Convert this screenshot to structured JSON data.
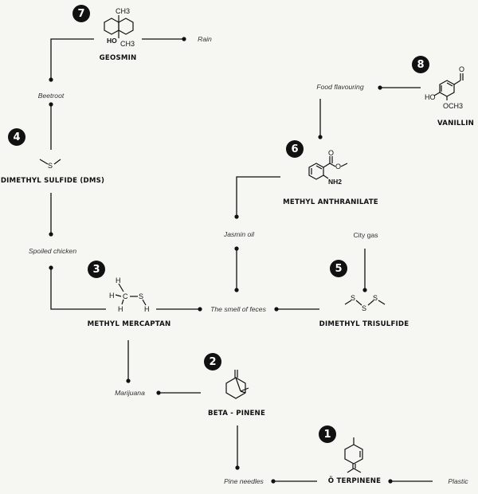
{
  "compounds": [
    {
      "number": "1",
      "name": "Ö TERPINENE"
    },
    {
      "number": "2",
      "name": "BETA - PINENE"
    },
    {
      "number": "3",
      "name": "METHYL MERCAPTAN"
    },
    {
      "number": "4",
      "name": "DIMETHYL SULFIDE (DMS)"
    },
    {
      "number": "5",
      "name": "DIMETHYL TRISULFIDE"
    },
    {
      "number": "6",
      "name": "METHYL ANTHRANILATE"
    },
    {
      "number": "7",
      "name": "GEOSMIN"
    },
    {
      "number": "8",
      "name": "VANILLIN"
    }
  ],
  "smells": {
    "rain": "Rain",
    "beetroot": "Beetroot",
    "food_flavouring": "Food flavouring",
    "spoiled_chicken": "Spoiled chicken",
    "jasmin_oil": "Jasmin oil",
    "city_gas": "City gas",
    "smell_of_feces": "The smell of feces",
    "marijuana": "Marijuana",
    "pine_needles": "Pine needles",
    "plastic": "Plastic"
  },
  "atoms": {
    "geosmin_ch3_top": "CH3",
    "geosmin_ho": "HO",
    "geosmin_ch3_bottom": "CH3",
    "vanillin_o": "O",
    "vanillin_ho": "HO",
    "vanillin_och3": "OCH3",
    "dms_s": "S",
    "anthranilate_o1": "O",
    "anthranilate_o2": "O",
    "anthranilate_nh2": "NH2",
    "mercaptan_h1": "H",
    "mercaptan_h2": "H",
    "mercaptan_h3": "H",
    "mercaptan_c": "C",
    "mercaptan_s": "S",
    "mercaptan_h4": "H",
    "trisulfide_s1": "S",
    "trisulfide_s2": "S",
    "trisulfide_s3": "S"
  }
}
